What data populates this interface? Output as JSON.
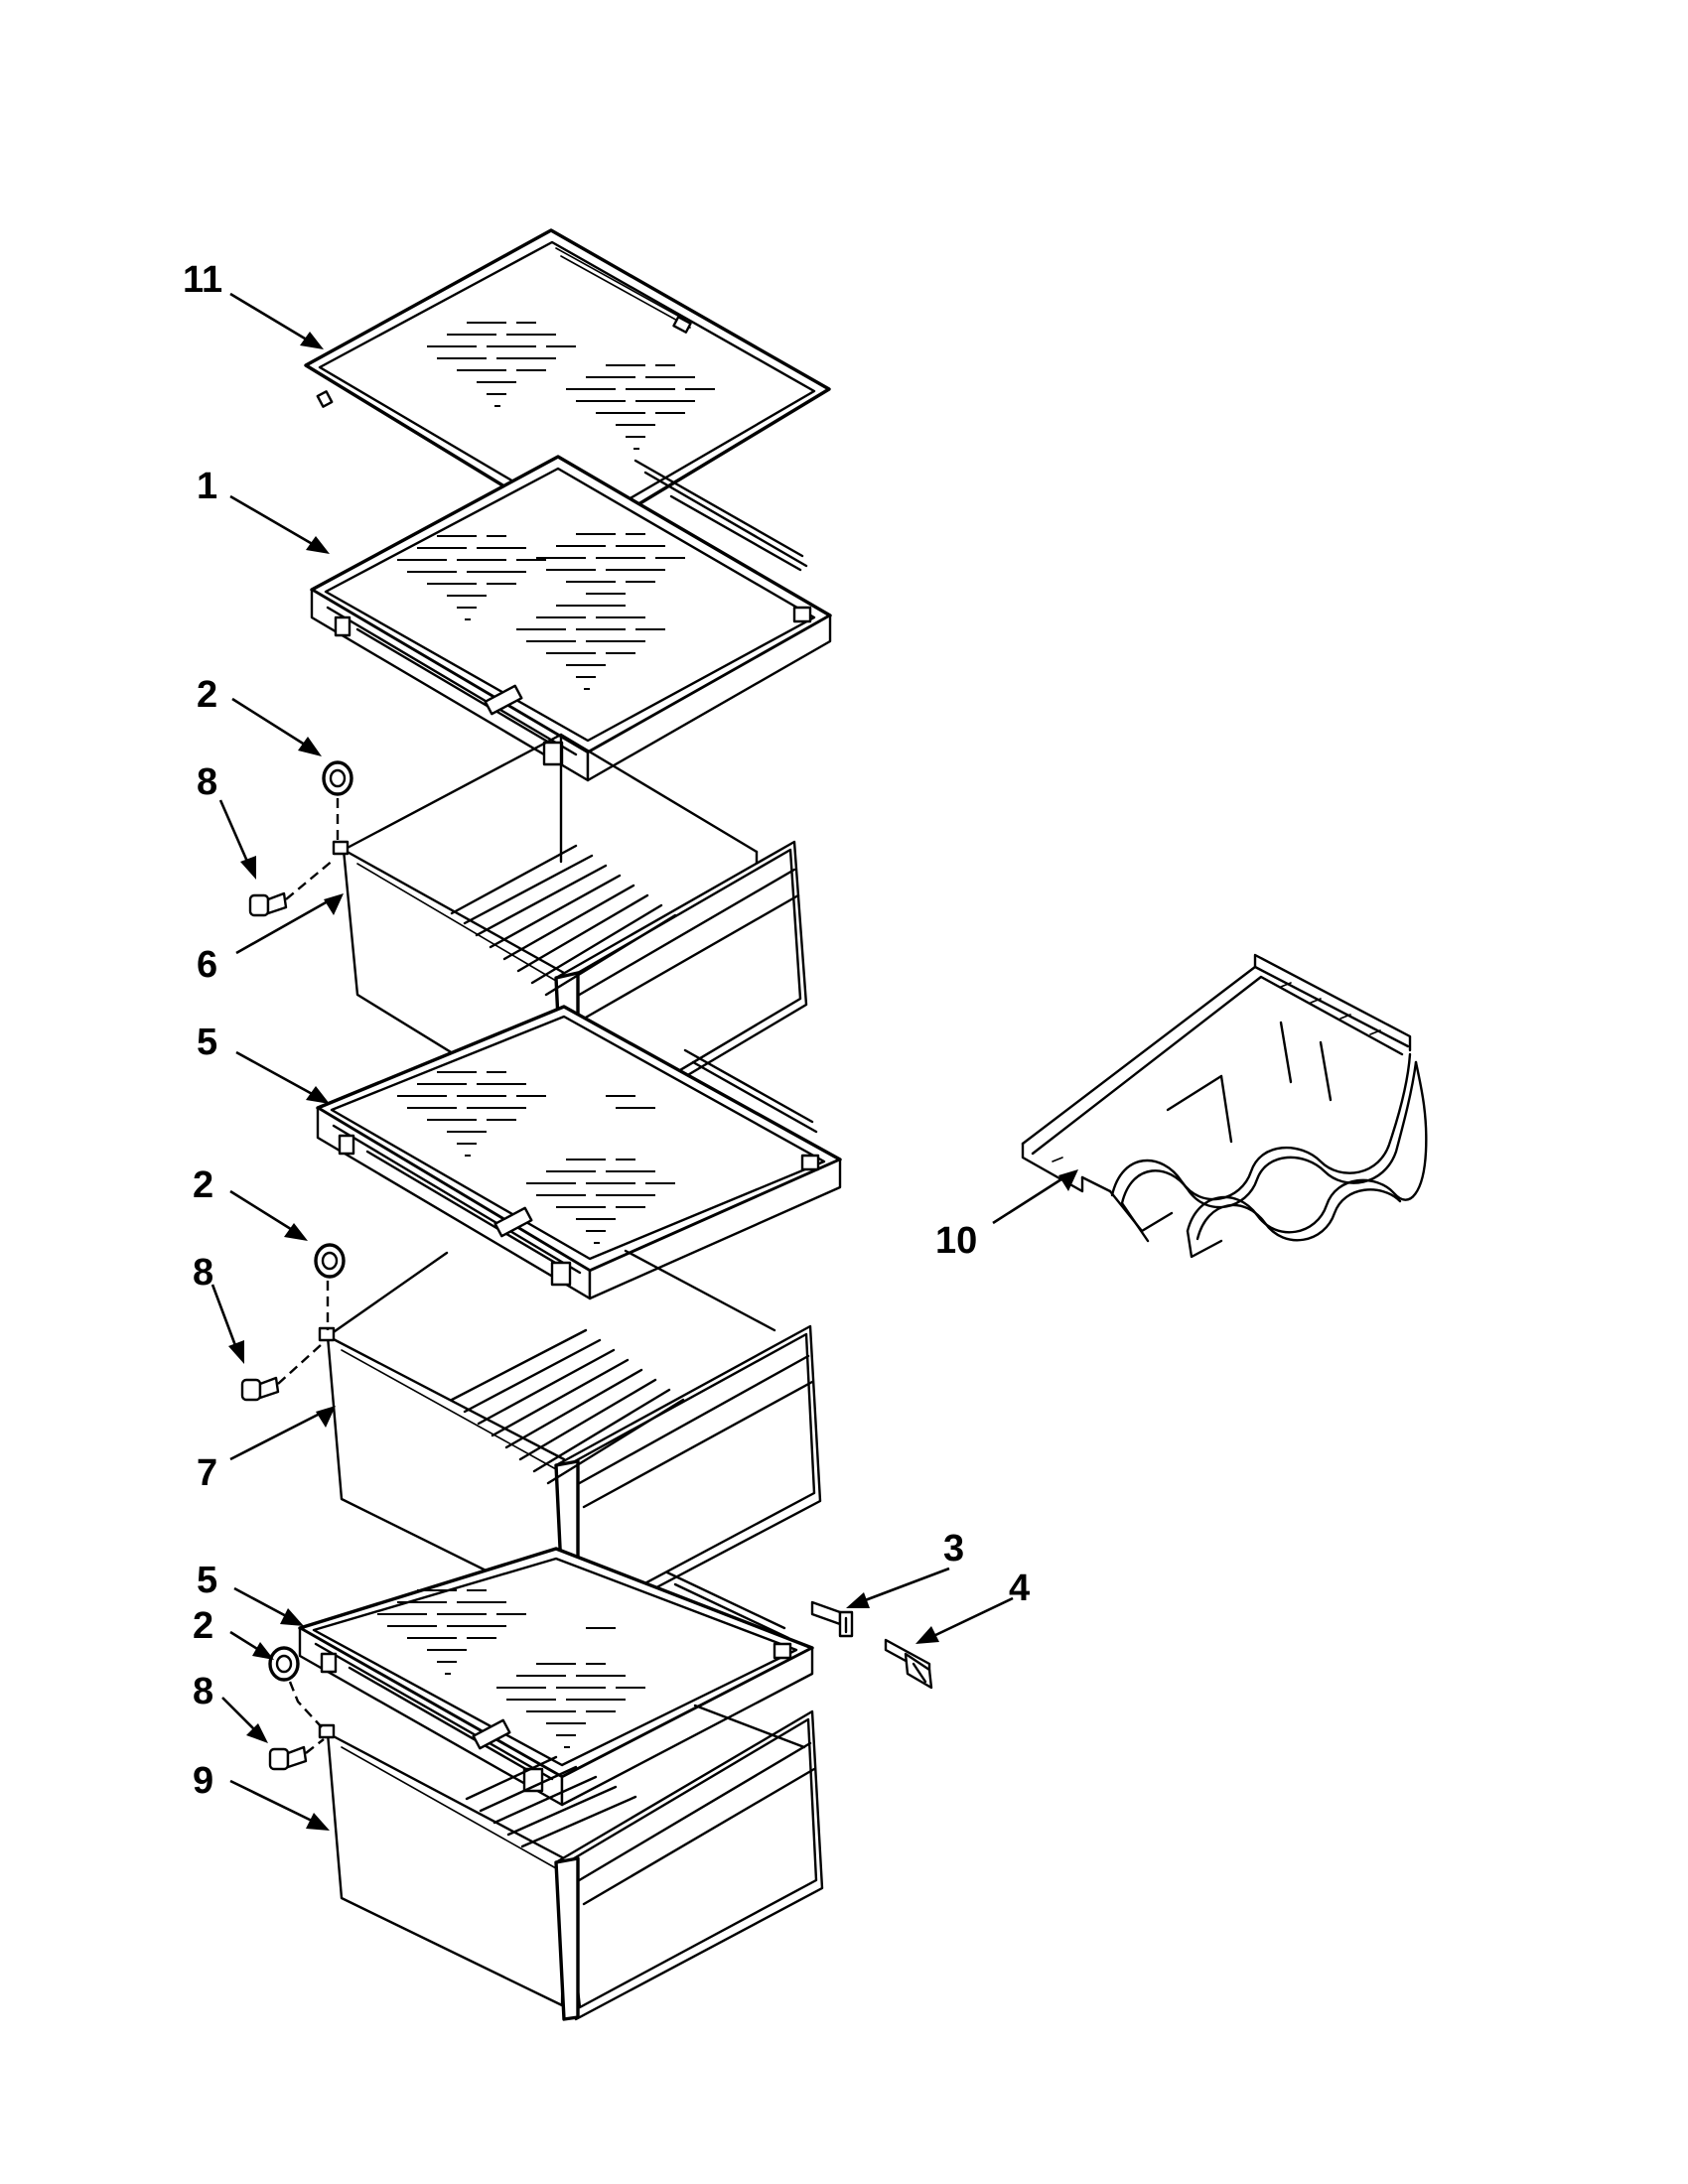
{
  "diagram": {
    "callouts": [
      {
        "key": "c11",
        "label": "11"
      },
      {
        "key": "c1",
        "label": "1"
      },
      {
        "key": "c2a",
        "label": "2"
      },
      {
        "key": "c8a",
        "label": "8"
      },
      {
        "key": "c6",
        "label": "6"
      },
      {
        "key": "c5a",
        "label": "5"
      },
      {
        "key": "c2b",
        "label": "2"
      },
      {
        "key": "c8b",
        "label": "8"
      },
      {
        "key": "c7",
        "label": "7"
      },
      {
        "key": "c5b",
        "label": "5"
      },
      {
        "key": "c2c",
        "label": "2"
      },
      {
        "key": "c8c",
        "label": "8"
      },
      {
        "key": "c9",
        "label": "9"
      },
      {
        "key": "c3",
        "label": "3"
      },
      {
        "key": "c4",
        "label": "4"
      },
      {
        "key": "c10",
        "label": "10"
      }
    ]
  }
}
